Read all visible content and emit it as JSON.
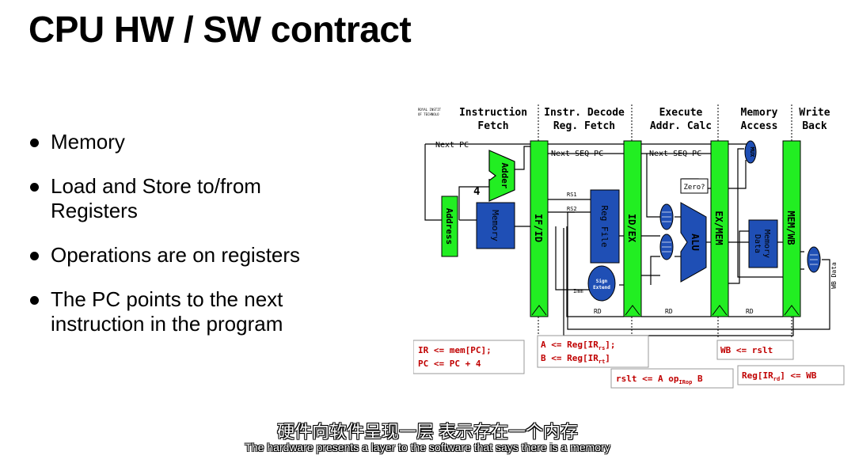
{
  "slide": {
    "title": "CPU HW / SW contract",
    "bullets": [
      {
        "line1": "Memory",
        "line2": ""
      },
      {
        "line1": "Load and Store to/from",
        "line2": "Registers"
      },
      {
        "line1": "Operations are on registers",
        "line2": ""
      },
      {
        "line1": "The PC points to the next",
        "line2": "instruction in the program"
      }
    ]
  },
  "diagram": {
    "logo": [
      "ROYAL INSTIT",
      "OF TECHNOLO"
    ],
    "stages": [
      {
        "line1": "Instruction",
        "line2": "Fetch"
      },
      {
        "line1": "Instr. Decode",
        "line2": "Reg. Fetch"
      },
      {
        "line1": "Execute",
        "line2": "Addr. Calc"
      },
      {
        "line1": "Memory",
        "line2": "Access"
      },
      {
        "line1": "Write",
        "line2": "Back"
      }
    ],
    "labels": {
      "next_pc": "Next PC",
      "next_seq_pc_1": "Next SEQ PC",
      "next_seq_pc_2": "Next SEQ PC",
      "adder": "Adder",
      "four": "4",
      "address": "Address",
      "memory": "Memory",
      "if_id": "IF/ID",
      "rs1": "RS1",
      "rs2": "RS2",
      "reg_file": "Reg File",
      "id_ex": "ID/EX",
      "imm": "Imm",
      "sign_extend_1": "Sign",
      "sign_extend_2": "Extend",
      "zero": "Zero?",
      "alu": "ALU",
      "ex_mem": "EX/MEM",
      "data_memory_1": "Data",
      "data_memory_2": "Memory",
      "mem_wb": "MEM/WB",
      "mux": "MUX",
      "wb_data": "WB Data",
      "rd_1": "RD",
      "rd_2": "RD",
      "rd_3": "RD"
    },
    "annotations": {
      "fetch_1": "IR <= mem[PC];",
      "fetch_2": "PC <= PC + 4",
      "decode_1_pre": "A <= Reg[IR",
      "decode_1_sub": "rs",
      "decode_1_post": "];",
      "decode_2_pre": "B <= Reg[IR",
      "decode_2_sub": "rt",
      "decode_2_post": "]",
      "exec_pre": "rslt <= A op",
      "exec_sub": "IRop",
      "exec_post": " B",
      "mem": "WB <= rslt",
      "wb_pre": "Reg[IR",
      "wb_sub": "rd",
      "wb_post": "] <= WB"
    },
    "colors": {
      "pipeline_register": "#22ee22",
      "unit_blue": "#1f4fb5",
      "annotation_red": "#c00000"
    }
  },
  "subtitles": {
    "chinese": "硬件向软件呈现一层 表示存在一个内存",
    "english": "The hardware presents a layer to the software that says there is a memory"
  }
}
